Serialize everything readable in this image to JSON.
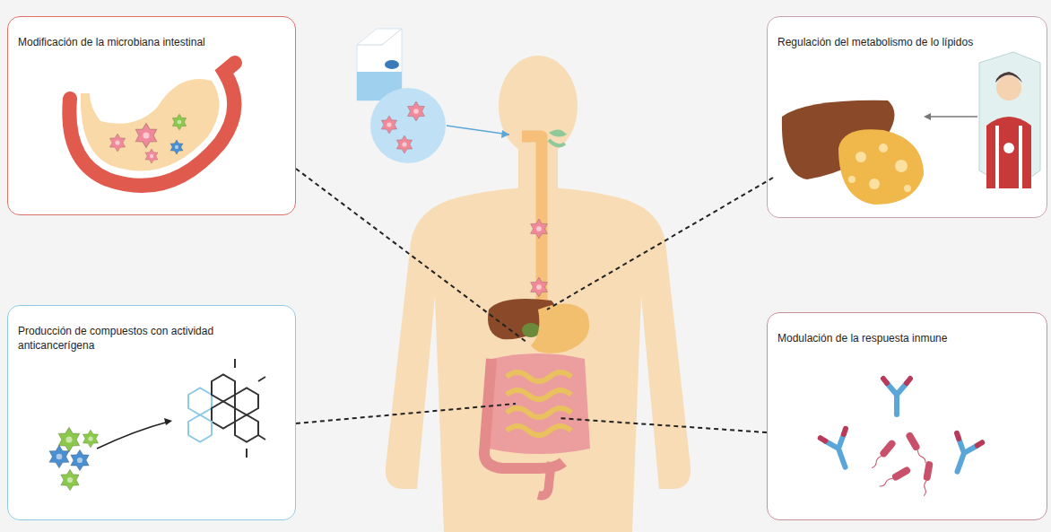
{
  "diagram": {
    "nodes": [
      {
        "text": [
          "Modificación de la microbiana intestinal"
        ]
      },
      {
        "text": [
          "Regulación del metabolismo de lo lípidos"
        ]
      },
      {
        "text": [
          "Producción de compuestos con actividad anticancerígena"
        ]
      },
      {
        "text": [
          "Modulación de la respuesta inmune"
        ]
      }
    ]
  }
}
